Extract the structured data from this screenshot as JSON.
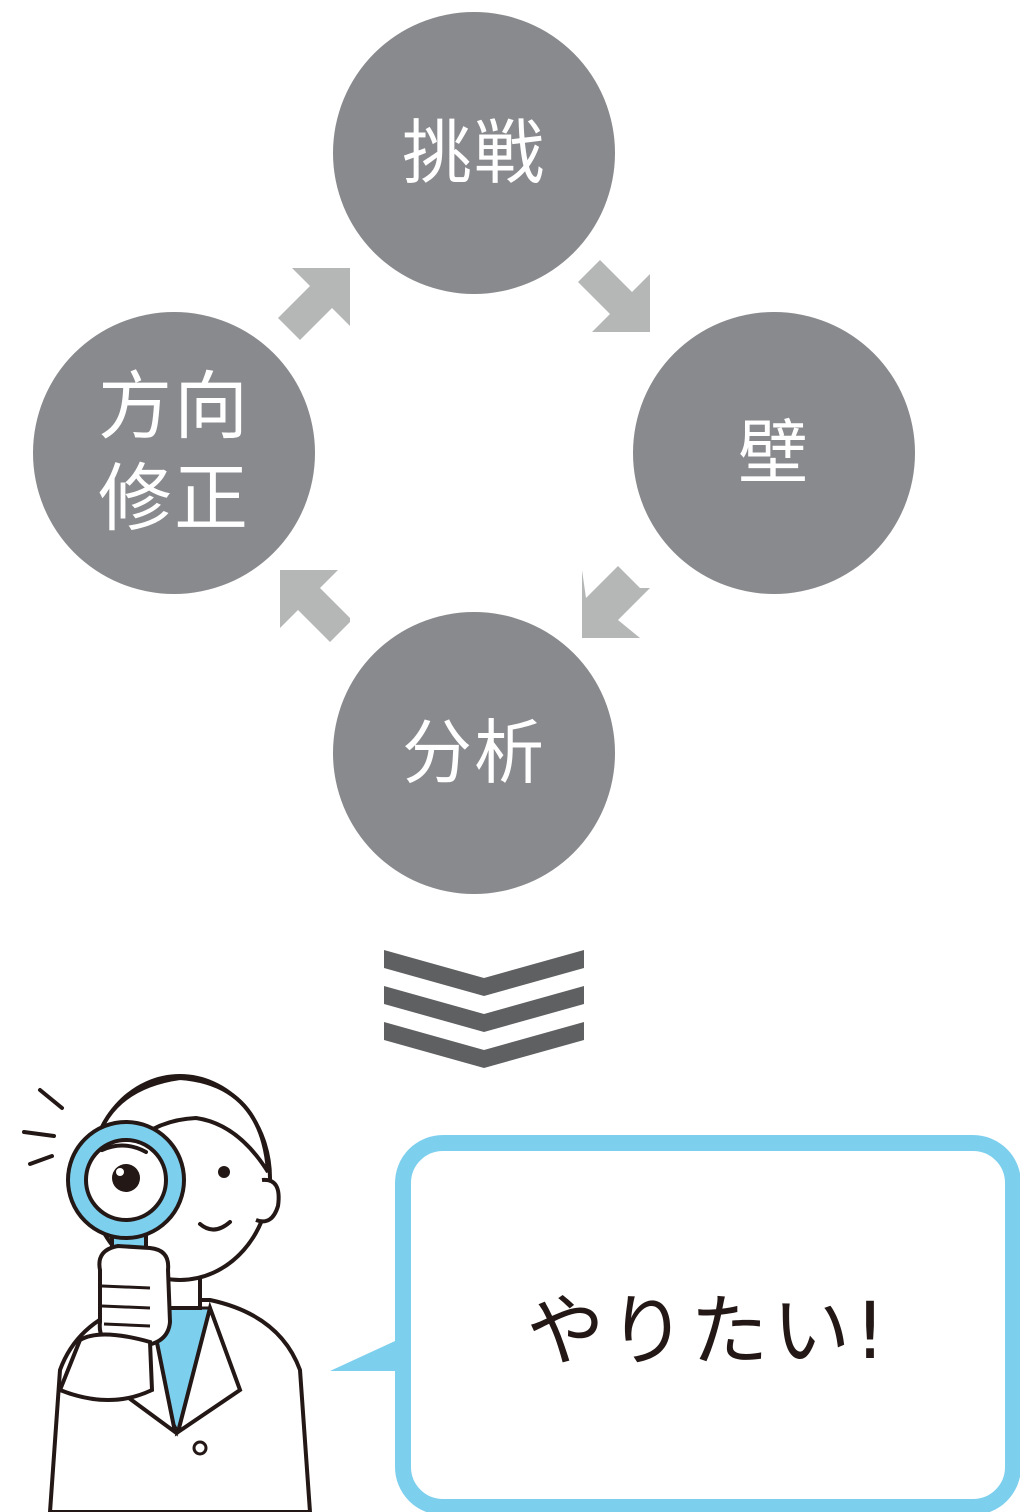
{
  "cycle": {
    "nodes": [
      {
        "id": "challenge",
        "lines": [
          "挑戦"
        ]
      },
      {
        "id": "wall",
        "lines": [
          "壁"
        ]
      },
      {
        "id": "analysis",
        "lines": [
          "分析"
        ]
      },
      {
        "id": "correction",
        "lines": [
          "方向",
          "修正"
        ]
      }
    ],
    "node_color": "#898a8d",
    "node_text_color": "#ffffff",
    "arrow_color": "#b5b6b6",
    "direction": "clockwise"
  },
  "chevrons": {
    "icon": "triple-chevron-down-icon",
    "color": "#5f6062",
    "count": 3
  },
  "character": {
    "icon": "person-with-magnifying-glass-illustration",
    "accent_color": "#7dcfee"
  },
  "speech_bubble": {
    "text": "やりたい!",
    "border_color": "#7dcfee",
    "text_color": "#231815"
  }
}
